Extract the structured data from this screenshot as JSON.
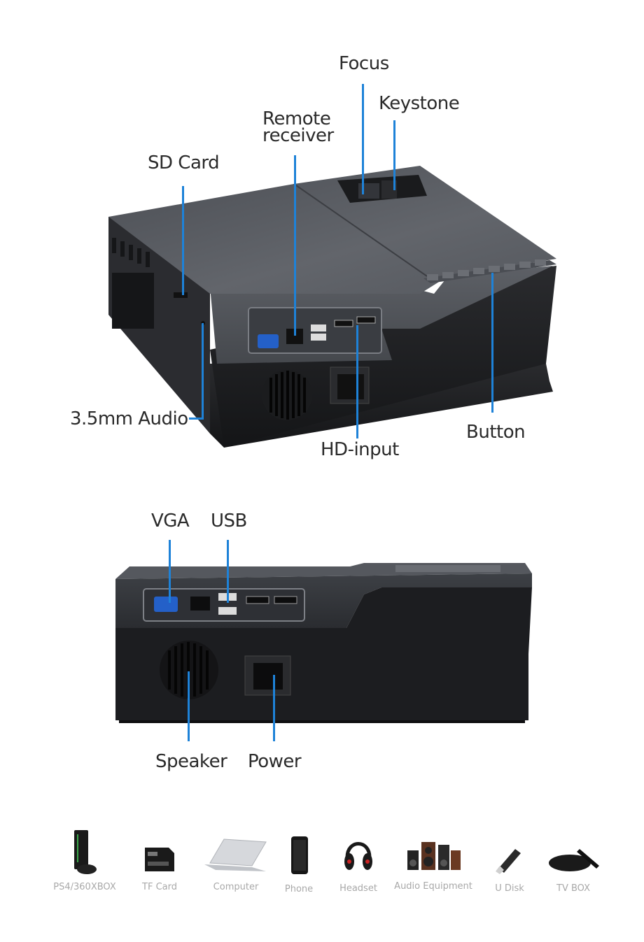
{
  "top_view": {
    "labels": {
      "focus": "Focus",
      "keystone": "Keystone",
      "remote_receiver_line1": "Remote",
      "remote_receiver_line2": "receiver",
      "sd_card": "SD Card",
      "audio": "3.5mm Audio",
      "hd_input": "HD-input",
      "button": "Button"
    }
  },
  "rear_view": {
    "labels": {
      "vga": "VGA",
      "usb": "USB",
      "speaker": "Speaker",
      "power": "Power"
    }
  },
  "compatible_devices": [
    {
      "label": "PS4/360XBOX",
      "icon": "game-console-icon"
    },
    {
      "label": "TF Card",
      "icon": "tf-card-icon"
    },
    {
      "label": "Computer",
      "icon": "laptop-icon"
    },
    {
      "label": "Phone",
      "icon": "phone-icon"
    },
    {
      "label": "Headset",
      "icon": "headset-icon"
    },
    {
      "label": "Audio Equipment",
      "icon": "speakers-icon"
    },
    {
      "label": "U Disk",
      "icon": "usb-drive-icon"
    },
    {
      "label": "TV BOX",
      "icon": "tv-box-icon"
    }
  ],
  "colors": {
    "callout_line": "#1e82d8",
    "label_text": "#2a2a2a",
    "device_label_text": "#a8a8a8",
    "projector_top": "#5a5d63",
    "projector_body": "#1c1d20"
  }
}
